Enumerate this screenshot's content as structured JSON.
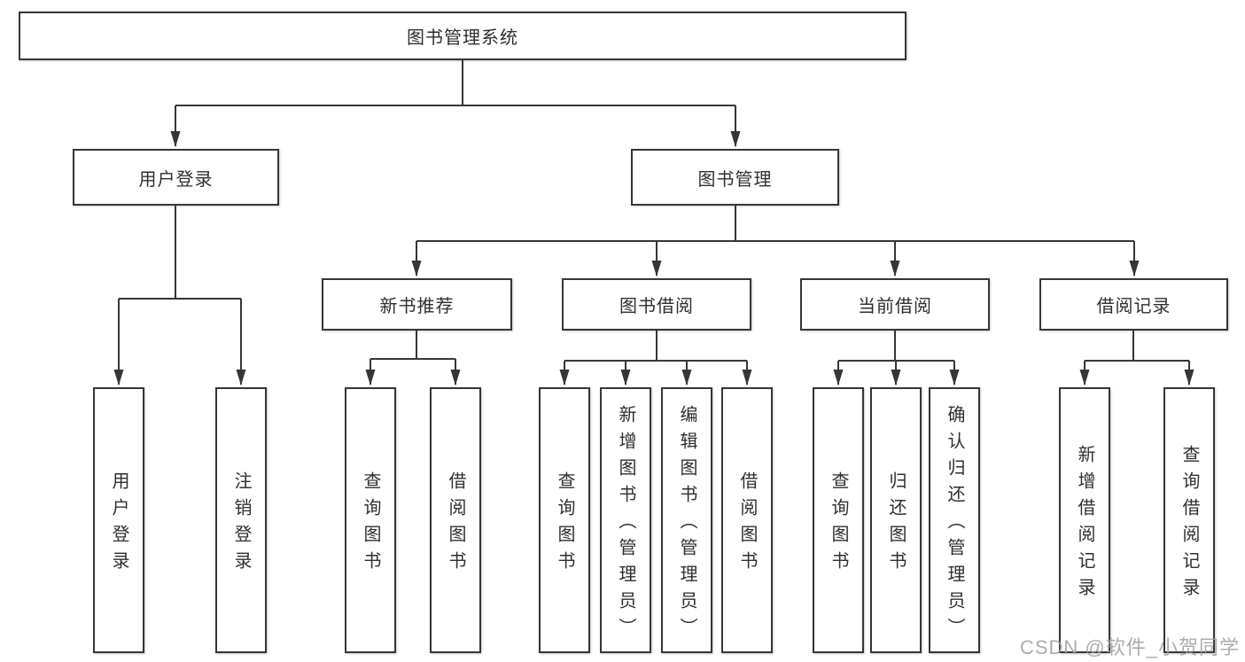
{
  "diagram": {
    "root": {
      "label": "图书管理系统"
    },
    "level2": [
      {
        "label": "用户登录"
      },
      {
        "label": "图书管理"
      }
    ],
    "level3": [
      {
        "label": "新书推荐"
      },
      {
        "label": "图书借阅"
      },
      {
        "label": "当前借阅"
      },
      {
        "label": "借阅记录"
      }
    ],
    "leaves": [
      {
        "label": "用户登录"
      },
      {
        "label": "注销登录"
      },
      {
        "label": "查询图书"
      },
      {
        "label": "借阅图书"
      },
      {
        "label": "查询图书"
      },
      {
        "label": "新增图书（管理员）"
      },
      {
        "label": "编辑图书（管理员）"
      },
      {
        "label": "借阅图书"
      },
      {
        "label": "查询图书"
      },
      {
        "label": "归还图书"
      },
      {
        "label": "确认归还（管理员）"
      },
      {
        "label": "新增借阅记录"
      },
      {
        "label": "查询借阅记录"
      }
    ],
    "watermark": "CSDN @软件_小贺同学",
    "colors": {
      "line": "#363636",
      "box_border": "#363636",
      "text": "#2f2f2f",
      "watermark": "#9e9e9e",
      "background": "#ffffff"
    }
  }
}
